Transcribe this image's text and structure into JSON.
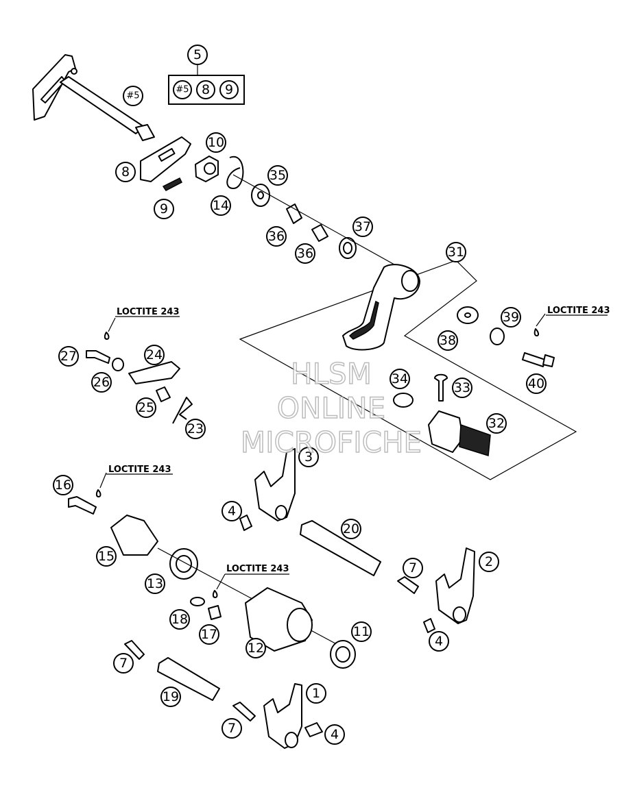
{
  "diagram": {
    "set_callout": "5",
    "set_members": [
      "#5",
      "8",
      "9"
    ],
    "shaft_label": "#5",
    "callouts": {
      "c1": "1",
      "c2": "2",
      "c3": "3",
      "c4a": "4",
      "c4b": "4",
      "c4c": "4",
      "c7a": "7",
      "c7b": "7",
      "c7c": "7",
      "c8": "8",
      "c9": "9",
      "c10": "10",
      "c11": "11",
      "c12": "12",
      "c13": "13",
      "c14": "14",
      "c15": "15",
      "c16": "16",
      "c17": "17",
      "c18": "18",
      "c19": "19",
      "c20": "20",
      "c23": "23",
      "c24": "24",
      "c25": "25",
      "c26": "26",
      "c27": "27",
      "c31": "31",
      "c32": "32",
      "c33": "33",
      "c34": "34",
      "c35": "35",
      "c36a": "36",
      "c36b": "36",
      "c37": "37",
      "c38": "38",
      "c39": "39",
      "c40": "40"
    },
    "loctite_labels": [
      "LOCTITE 243",
      "LOCTITE 243",
      "LOCTITE 243",
      "LOCTITE 243"
    ],
    "watermark": [
      "HLSM",
      "ONLINE",
      "MICROFICHE"
    ]
  }
}
